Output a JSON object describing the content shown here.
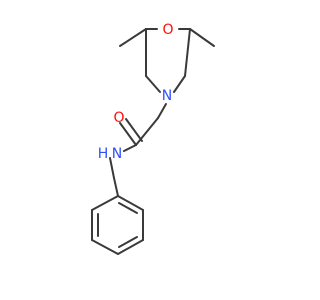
{
  "molecule": {
    "atoms": {
      "ring_oxygen": {
        "symbol": "O",
        "color": "#ff0d0d"
      },
      "ring_nitrogen": {
        "symbol": "N",
        "color": "#3050f8"
      },
      "carbonyl_oxygen": {
        "symbol": "O",
        "color": "#ff0d0d"
      },
      "amide_nitrogen": {
        "symbol": "N",
        "color": "#3050f8"
      },
      "amide_hydrogen": {
        "symbol": "H",
        "color": "#3050f8"
      }
    },
    "bond_color": "#3a3a3a"
  }
}
